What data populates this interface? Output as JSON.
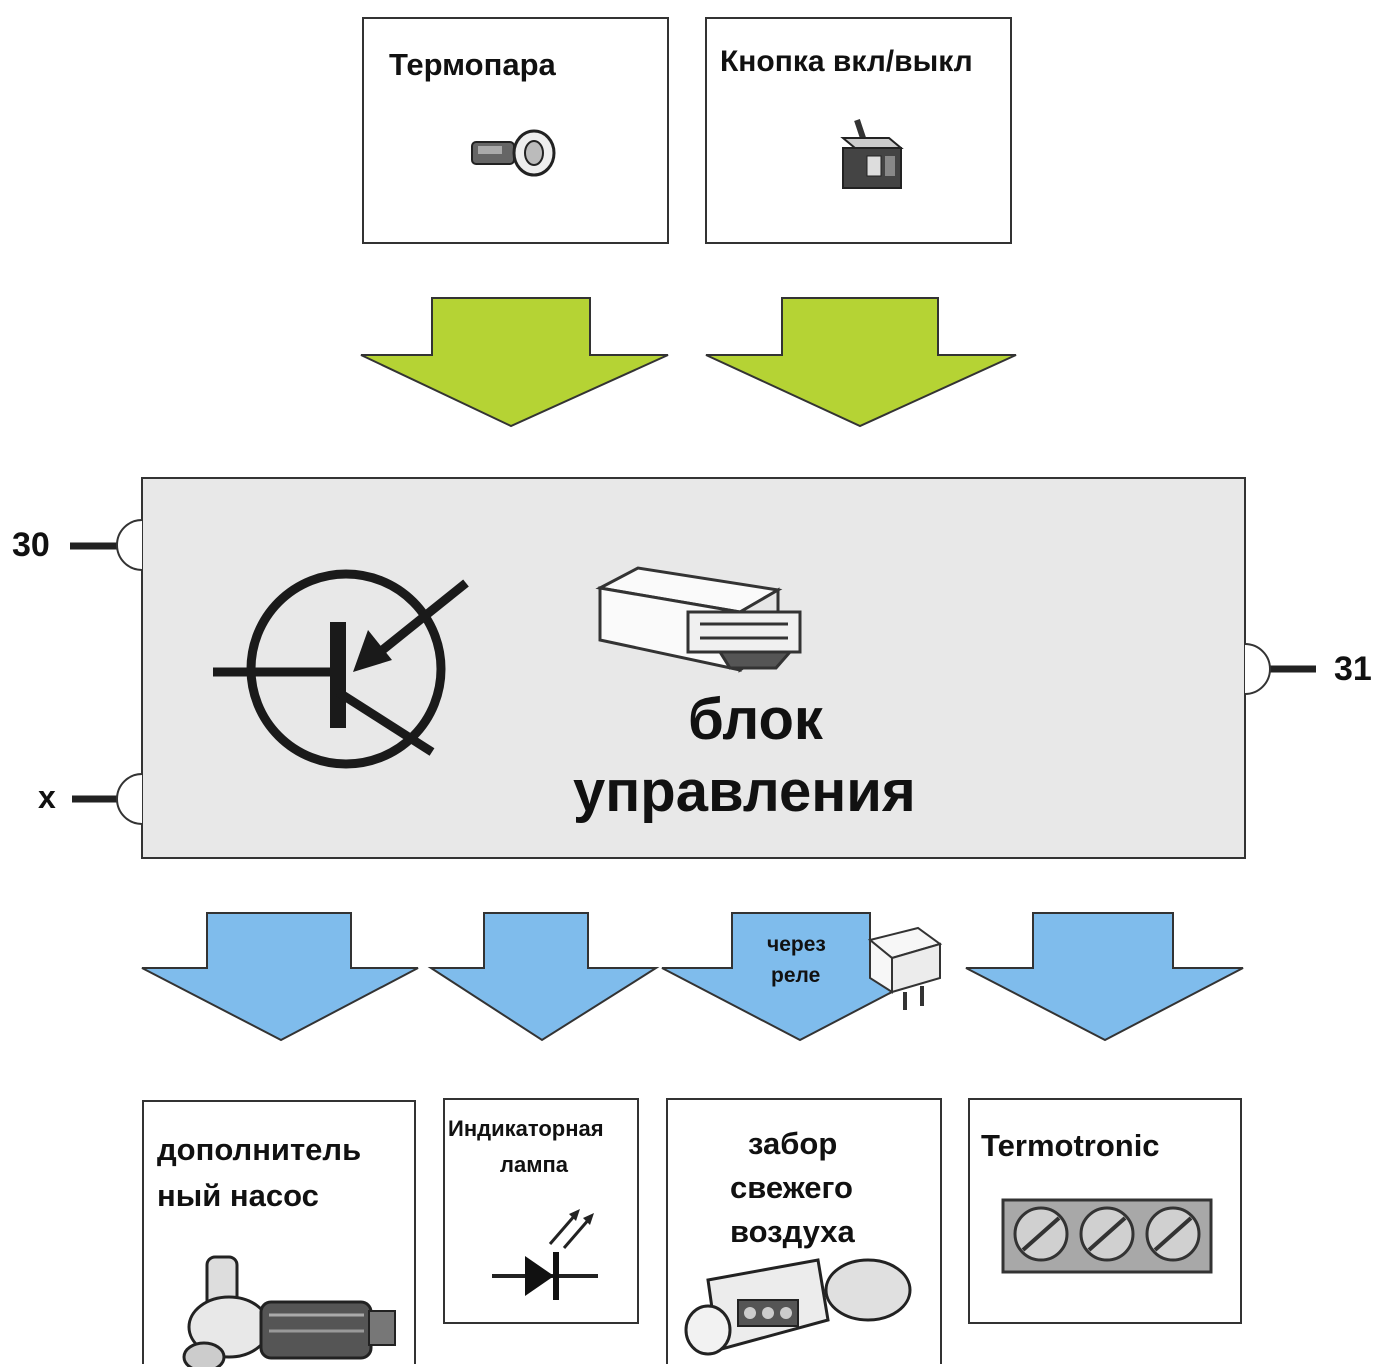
{
  "inputs": [
    {
      "label": "Термопара",
      "icon": "thermocouple-icon"
    },
    {
      "label": "Кнопка вкл/выкл",
      "icon": "toggle-switch-icon"
    }
  ],
  "control_unit": {
    "line1": "блок",
    "line2": "управления",
    "pins": {
      "left_top": "30",
      "left_bottom": "x",
      "right": "31"
    }
  },
  "relay_note": {
    "line1": "через",
    "line2": "реле"
  },
  "outputs": [
    {
      "line1": "дополнитель",
      "line2": "ный насос",
      "icon": "water-pump-icon"
    },
    {
      "line1": "Индикаторная",
      "line2": "лампа",
      "icon": "led-diode-icon"
    },
    {
      "line1": "забор",
      "line2": "свежего",
      "line3": "воздуха",
      "icon": "air-intake-flap-icon"
    },
    {
      "line1": "Termotronic",
      "icon": "climate-control-panel-icon"
    }
  ],
  "colors": {
    "input_arrow": "#b5d334",
    "output_arrow": "#7fbcec",
    "unit_fill": "#e8e8e8",
    "stroke": "#222222"
  }
}
